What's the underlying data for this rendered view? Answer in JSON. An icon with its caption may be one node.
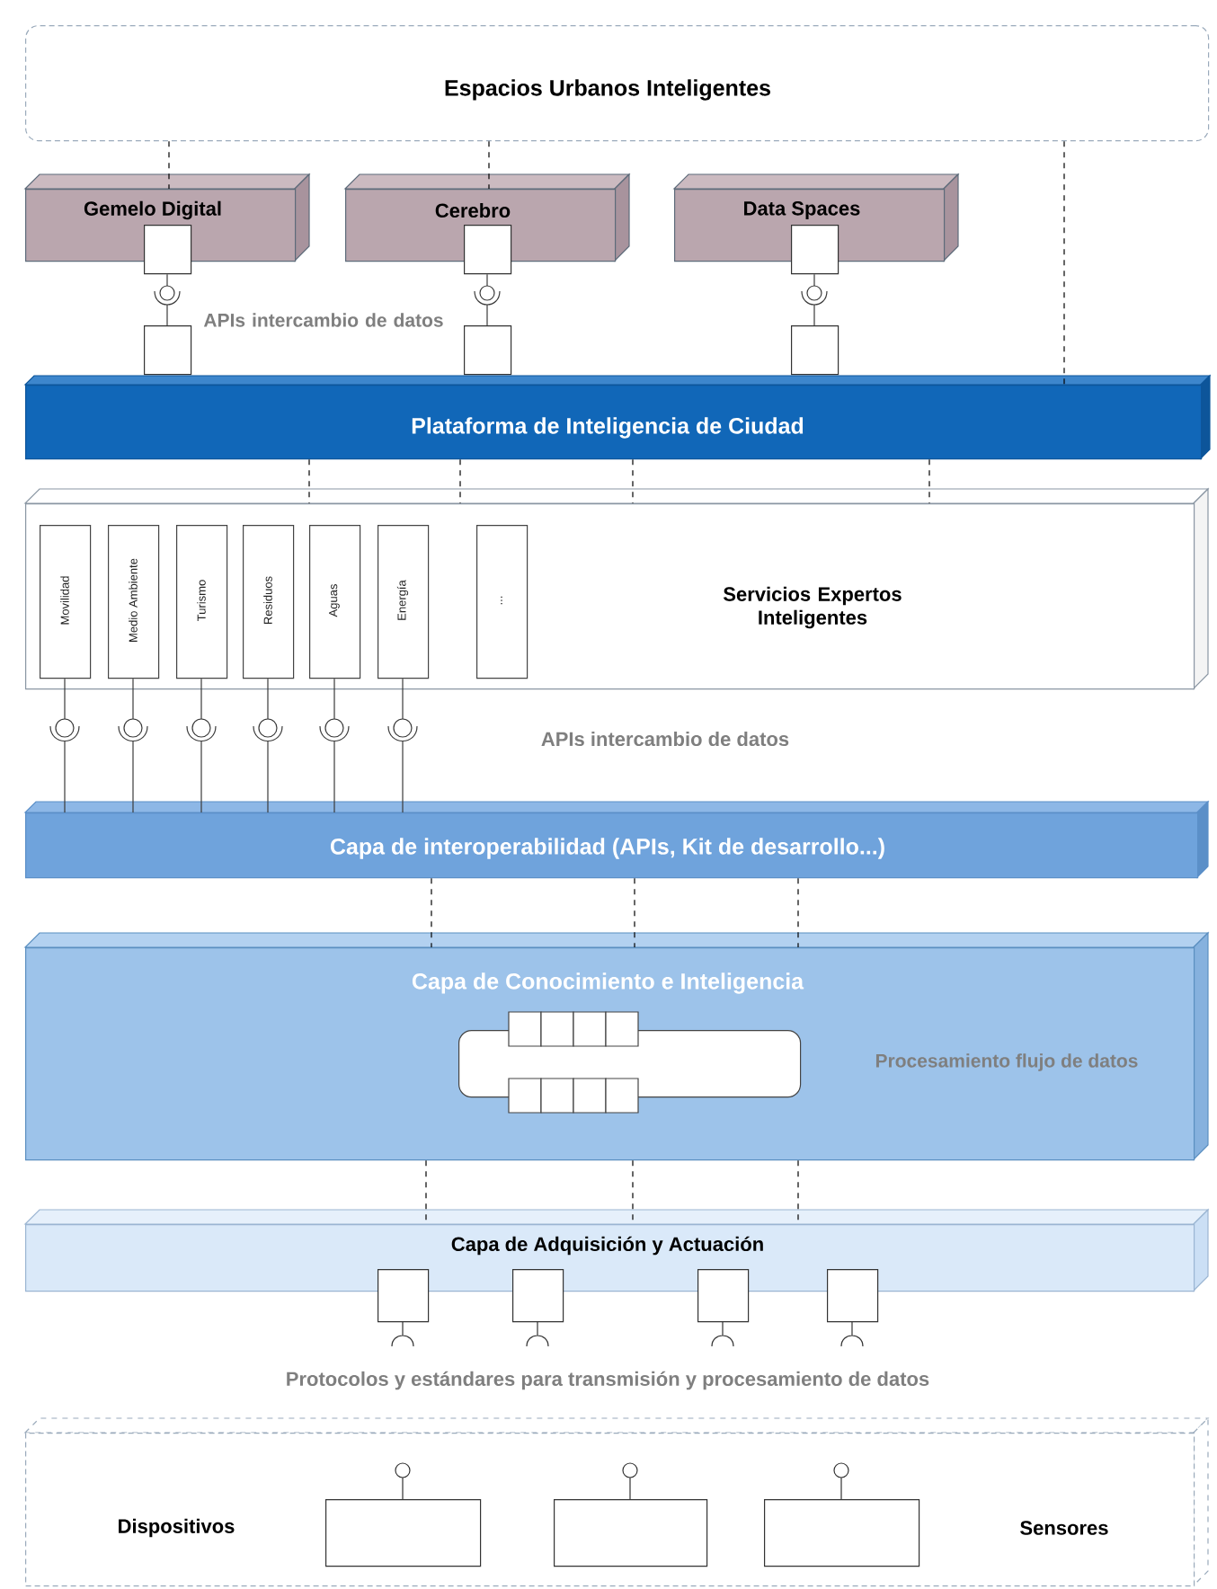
{
  "diagram": {
    "nodes": [
      {
        "text": [
          "Espacios Urbanos Inteligentes"
        ]
      },
      {
        "text": [
          "Gemelo Digital"
        ]
      },
      {
        "text": [
          "Cerebro"
        ]
      },
      {
        "text": [
          "Data Spaces"
        ]
      },
      {
        "text": [],
        "shape": "box"
      },
      {
        "text": [],
        "shape": "box"
      },
      {
        "text": [],
        "shape": "box"
      },
      {
        "text": [],
        "shape": "box"
      },
      {
        "text": [],
        "shape": "box"
      },
      {
        "text": [],
        "shape": "box"
      },
      {
        "text": [
          "Plataforma de Inteligencia de Ciudad"
        ]
      },
      {
        "text": [
          "Servicios Expertos Inteligentes"
        ]
      },
      {
        "text": [
          "Movilidad"
        ],
        "in": 11
      },
      {
        "text": [
          "Medio Ambiente"
        ],
        "in": 11
      },
      {
        "text": [
          "Turismo"
        ],
        "in": 11
      },
      {
        "text": [
          "Residuos"
        ],
        "in": 11
      },
      {
        "text": [
          "Aguas"
        ],
        "in": 11
      },
      {
        "text": [
          "Energía"
        ],
        "in": 11
      },
      {
        "text": [
          "..."
        ],
        "in": 11
      },
      {
        "text": [
          "Capa de interoperabilidad (APIs, Kit de desarrollo...)"
        ]
      },
      {
        "text": [
          "Capa de Conocimiento e Inteligencia"
        ]
      },
      {
        "text": [],
        "shape": "box",
        "in": 20
      },
      {
        "text": [
          "Capa de Adquisición y Actuación"
        ]
      },
      {
        "text": [],
        "shape": "box"
      },
      {
        "text": [],
        "shape": "box"
      },
      {
        "text": [],
        "shape": "box"
      },
      {
        "text": [],
        "shape": "box"
      },
      {
        "text": [
          "Dispositivos",
          "Sensores"
        ]
      },
      {
        "text": [],
        "shape": "box",
        "in": 27
      },
      {
        "text": [],
        "shape": "box",
        "in": 27
      },
      {
        "text": [],
        "shape": "box",
        "in": 27
      }
    ],
    "edges": [
      {
        "from": 0,
        "to": 1,
        "arrow": "none",
        "style": "dashed"
      },
      {
        "from": 0,
        "to": 2,
        "arrow": "none",
        "style": "dashed"
      },
      {
        "from": 0,
        "to": 10,
        "arrow": "none",
        "style": "dashed"
      },
      {
        "from": 4,
        "to": 7,
        "arrow": "none"
      },
      {
        "from": 5,
        "to": 8,
        "arrow": "none"
      },
      {
        "from": 6,
        "to": 9,
        "arrow": "none"
      },
      {
        "from": 10,
        "to": 11,
        "arrow": "none",
        "style": "dashed"
      },
      {
        "from": 10,
        "to": 11,
        "arrow": "none",
        "style": "dashed"
      },
      {
        "from": 10,
        "to": 11,
        "arrow": "none",
        "style": "dashed"
      },
      {
        "from": 10,
        "to": 11,
        "arrow": "none",
        "style": "dashed"
      },
      {
        "from": 12,
        "to": 19,
        "arrow": "none"
      },
      {
        "from": 13,
        "to": 19,
        "arrow": "none"
      },
      {
        "from": 14,
        "to": 19,
        "arrow": "none"
      },
      {
        "from": 15,
        "to": 19,
        "arrow": "none"
      },
      {
        "from": 16,
        "to": 19,
        "arrow": "none"
      },
      {
        "from": 17,
        "to": 19,
        "arrow": "none"
      },
      {
        "from": 19,
        "to": 20,
        "arrow": "none",
        "style": "dashed"
      },
      {
        "from": 19,
        "to": 20,
        "arrow": "none",
        "style": "dashed"
      },
      {
        "from": 19,
        "to": 20,
        "arrow": "none",
        "style": "dashed"
      },
      {
        "from": 20,
        "to": 22,
        "arrow": "none",
        "style": "dashed"
      },
      {
        "from": 20,
        "to": 22,
        "arrow": "none",
        "style": "dashed"
      },
      {
        "from": 20,
        "to": 22,
        "arrow": "none",
        "style": "dashed"
      }
    ],
    "labels": [
      "APIs intercambio de datos",
      "APIs intercambio de datos",
      "Procesamiento flujo de datos",
      "Protocolos y estándares para transmisión y procesamiento de datos"
    ]
  }
}
